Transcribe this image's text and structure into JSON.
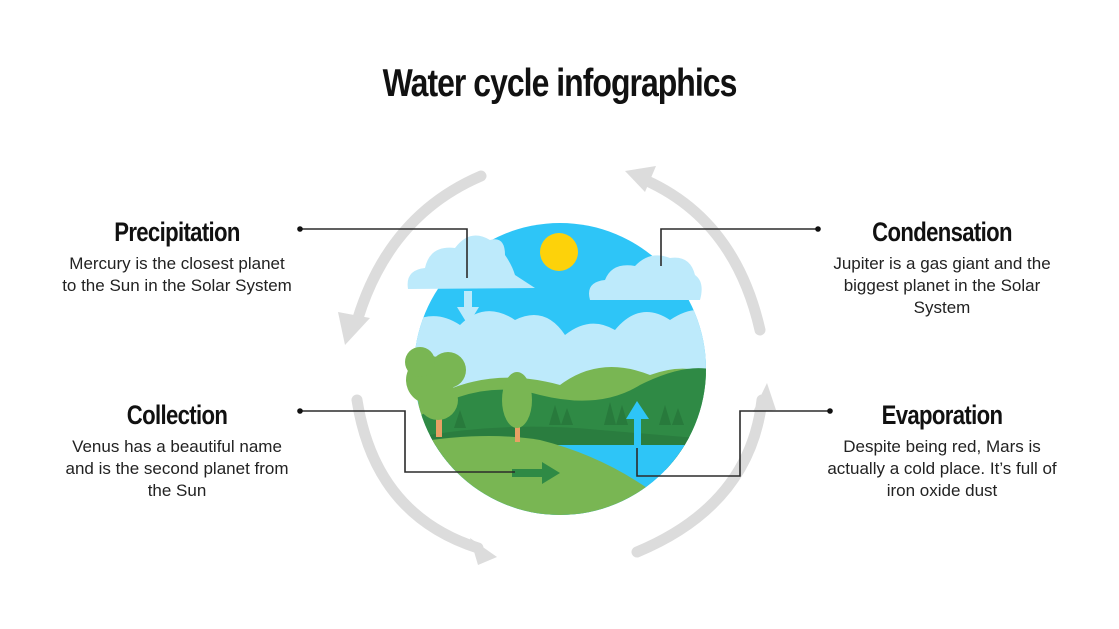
{
  "title": "Water cycle infographics",
  "steps": {
    "precipitation": {
      "heading": "Precipitation",
      "description": "Mercury is the closest planet to the Sun in the Solar System"
    },
    "collection": {
      "heading": "Collection",
      "description": "Venus has a beautiful name and is the second planet from the Sun"
    },
    "condensation": {
      "heading": "Condensation",
      "description": "Jupiter is a gas giant and the biggest planet in the Solar System"
    },
    "evaporation": {
      "heading": "Evaporation",
      "description": "Despite being red, Mars is actually a cold place. It’s full of iron oxide dust"
    }
  },
  "colors": {
    "sky": "#2ec5f7",
    "cloud": "#bdeafb",
    "sun": "#fdd20a",
    "hill_dark": "#2f8a45",
    "hill_light": "#79b653",
    "water": "#2ec5f7",
    "trunk": "#e8a064",
    "cycle_arrow": "#dcdcdc",
    "connector": "#222222"
  }
}
